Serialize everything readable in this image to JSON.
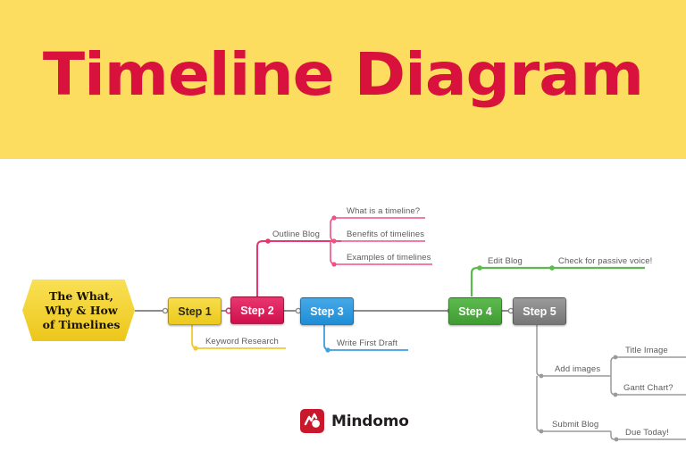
{
  "banner": {
    "title": "Timeline Diagram",
    "background_color": "#fcdd60",
    "title_color": "#d8123c"
  },
  "diagram": {
    "type": "timeline-mind-map",
    "central_node": {
      "label": "The What,\nWhy & How\nof Timelines",
      "line1": "The What,",
      "line2": "Why & How",
      "line3": "of Timelines",
      "color": "#ecc61a",
      "shape": "hexagon"
    },
    "steps": [
      {
        "label": "Step 1",
        "color": "#ecc91d",
        "text_color": "#2e2a13"
      },
      {
        "label": "Step 2",
        "color": "#d0104c",
        "text_color": "#ffffff"
      },
      {
        "label": "Step 3",
        "color": "#1e8ed6",
        "text_color": "#ffffff"
      },
      {
        "label": "Step 4",
        "color": "#3f9c32",
        "text_color": "#ffffff"
      },
      {
        "label": "Step 5",
        "color": "#767676",
        "text_color": "#ffffff"
      }
    ],
    "branches": [
      {
        "parent": "Step 1",
        "color": "#f2ca30",
        "label": "Keyword Research",
        "children": []
      },
      {
        "parent": "Step 2",
        "color": "#e8376f",
        "label": "Outline Blog",
        "children": [
          "What is a timeline?",
          "Benefits of timelines",
          "Examples of timelines"
        ]
      },
      {
        "parent": "Step 3",
        "color": "#3d9fe0",
        "label": "Write First Draft",
        "children": []
      },
      {
        "parent": "Step 4",
        "color": "#5dbb4e",
        "label": "Edit Blog",
        "children": [
          "Check for passive voice!"
        ]
      },
      {
        "parent": "Step 5",
        "color": "#8c8c8c",
        "label": "Add images",
        "children": [
          "Title Image",
          "Gantt Chart?"
        ]
      },
      {
        "parent": "Step 5",
        "color": "#8c8c8c",
        "label": "Submit Blog",
        "children": [
          "Due Today!"
        ]
      }
    ],
    "labels": {
      "keyword_research": "Keyword Research",
      "outline_blog": "Outline Blog",
      "what_is_a_timeline": "What is a timeline?",
      "benefits_of_timelines": "Benefits of timelines",
      "examples_of_timelines": "Examples of timelines",
      "write_first_draft": "Write First Draft",
      "edit_blog": "Edit Blog",
      "check_passive_voice": "Check for passive voice!",
      "add_images": "Add images",
      "title_image": "Title Image",
      "gantt_chart": "Gantt Chart?",
      "submit_blog": "Submit Blog",
      "due_today": "Due Today!"
    }
  },
  "footer": {
    "brand": "Mindomo",
    "brand_color": "#c9182c"
  }
}
